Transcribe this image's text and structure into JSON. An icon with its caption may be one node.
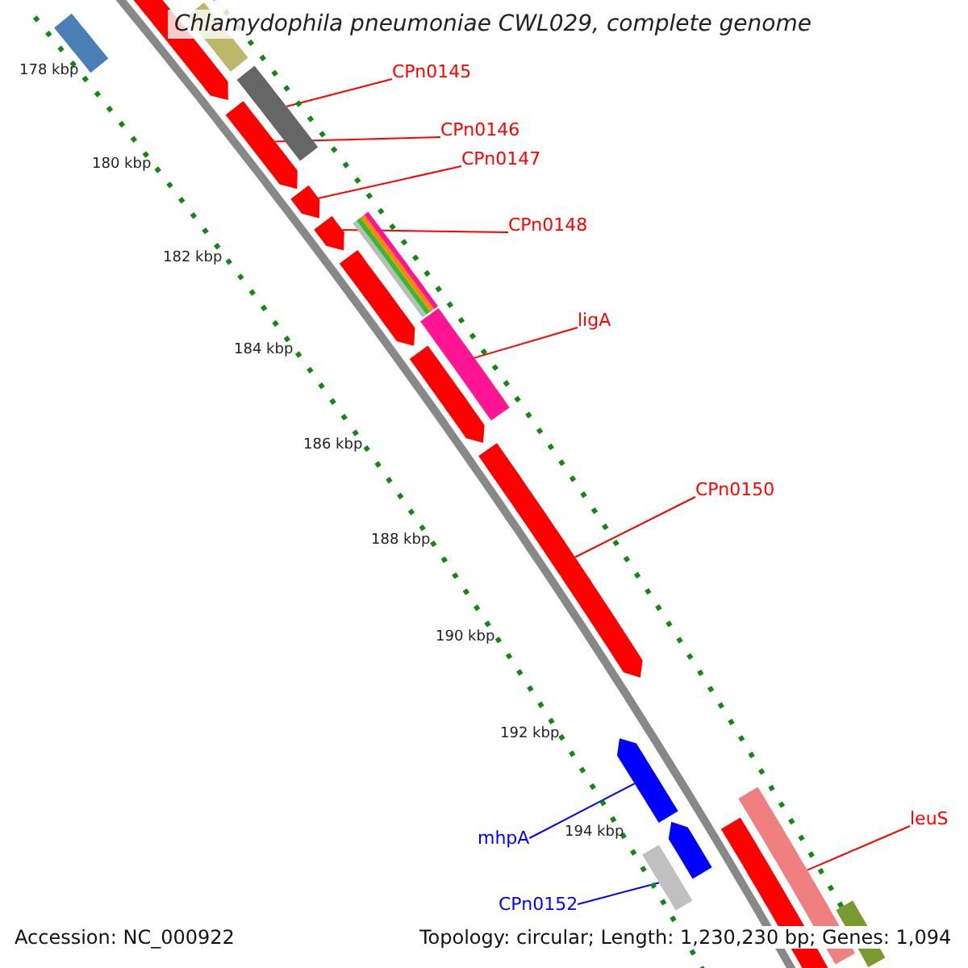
{
  "diagram": {
    "title": "Chlamydophila pneumoniae CWL029, complete genome",
    "nodes": [
      {
        "text": [
          "CPn0145"
        ]
      },
      {
        "text": [],
        "shape": "bar"
      },
      {
        "text": [
          "CPn0146"
        ]
      },
      {
        "text": [],
        "shape": "bar"
      },
      {
        "text": [
          "CPn0147"
        ]
      },
      {
        "text": [],
        "shape": "bar"
      },
      {
        "text": [
          "CPn0148"
        ]
      },
      {
        "text": [],
        "shape": "bar"
      },
      {
        "text": [
          "ligA"
        ]
      },
      {
        "text": [],
        "shape": "bar"
      },
      {
        "text": [
          "CPn0150"
        ]
      },
      {
        "text": [],
        "shape": "bar"
      },
      {
        "text": [
          "leuS"
        ]
      },
      {
        "text": [],
        "shape": "bar"
      },
      {
        "text": [
          "mhpA"
        ]
      },
      {
        "text": [],
        "shape": "bar"
      },
      {
        "text": [
          "CPn0152"
        ]
      },
      {
        "text": [],
        "shape": "bar"
      },
      {
        "text": [],
        "shape": "bar"
      },
      {
        "text": [],
        "shape": "bar"
      },
      {
        "text": [],
        "shape": "bar"
      },
      {
        "text": [],
        "shape": "bar"
      },
      {
        "text": [],
        "shape": "bar"
      },
      {
        "text": [],
        "shape": "bar"
      },
      {
        "text": [],
        "shape": "bar"
      },
      {
        "text": [],
        "shape": "bar"
      },
      {
        "text": [],
        "shape": "bar"
      }
    ],
    "edges": [
      {
        "from": 0,
        "to": 1,
        "arrow": "none"
      },
      {
        "from": 2,
        "to": 3,
        "arrow": "none"
      },
      {
        "from": 4,
        "to": 5,
        "arrow": "none"
      },
      {
        "from": 6,
        "to": 7,
        "arrow": "none"
      },
      {
        "from": 8,
        "to": 9,
        "arrow": "none"
      },
      {
        "from": 10,
        "to": 11,
        "arrow": "none"
      },
      {
        "from": 12,
        "to": 13,
        "arrow": "none"
      },
      {
        "from": 14,
        "to": 15,
        "arrow": "none",
        "color": "#0000ff"
      },
      {
        "from": 16,
        "to": 17,
        "arrow": "none",
        "color": "#0000ff"
      }
    ],
    "labels": [
      "178 kbp",
      "180 kbp",
      "182 kbp",
      "184 kbp",
      "186 kbp",
      "188 kbp",
      "190 kbp",
      "192 kbp",
      "194 kbp",
      "Accession: NC_000922",
      "Topology: circular; Length: 1,230,230 bp; Genes: 1,094"
    ]
  }
}
